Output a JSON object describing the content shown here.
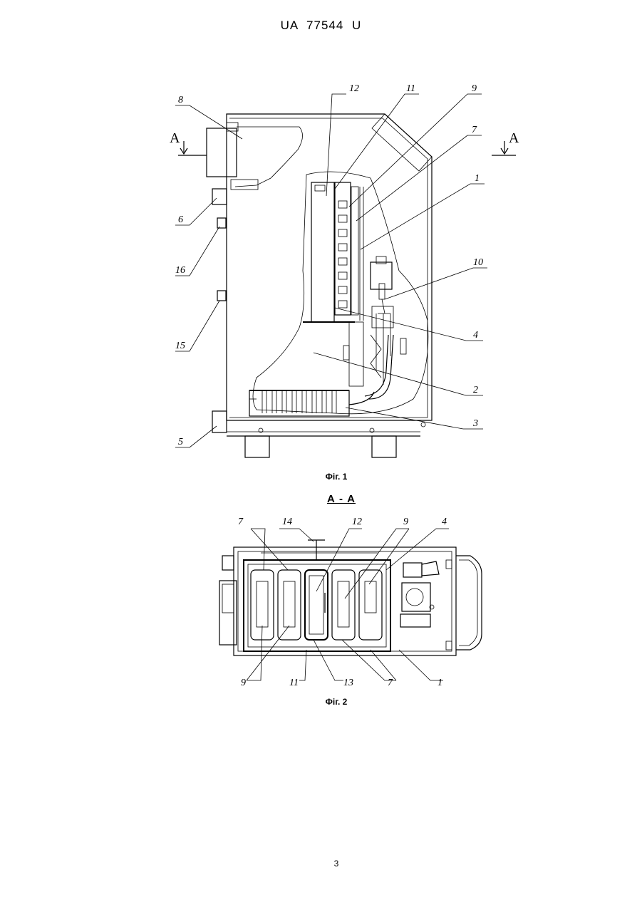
{
  "header": {
    "doc_id": "UA   77544   U"
  },
  "figure1": {
    "caption": "Фіг. 1",
    "section_marker_left": "A",
    "section_marker_right": "A",
    "labels": [
      "8",
      "12",
      "11",
      "9",
      "7",
      "1",
      "6",
      "16",
      "10",
      "15",
      "4",
      "2",
      "5",
      "3"
    ]
  },
  "figure2": {
    "section_title": "А - А",
    "caption": "Фіг. 2",
    "labels_top": [
      "7",
      "14",
      "12",
      "9",
      "4"
    ],
    "labels_bottom": [
      "9",
      "11",
      "13",
      "7",
      "1"
    ]
  },
  "footer": {
    "page_number": "3"
  }
}
